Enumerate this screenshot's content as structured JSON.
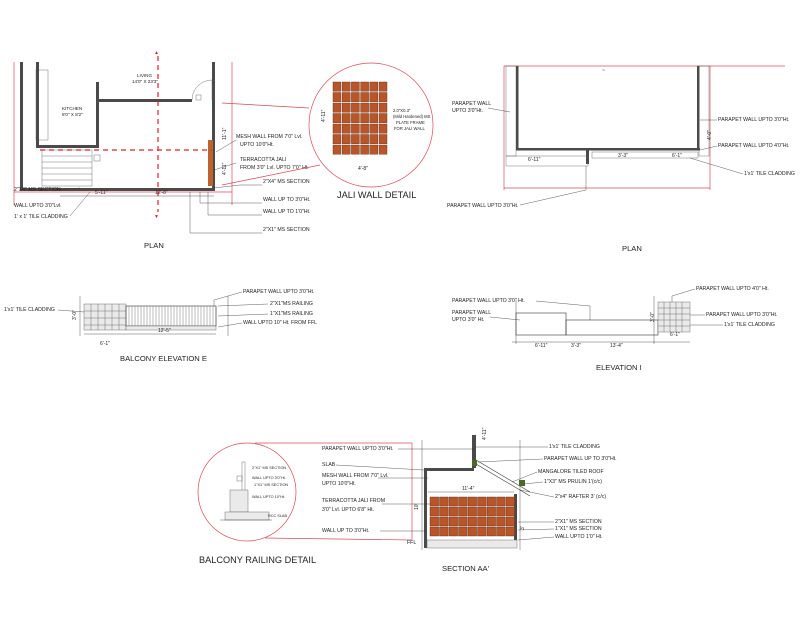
{
  "plan_left": {
    "title": "PLAN",
    "room_living": "LIVING",
    "room_living_size": "14'0\" X 23'3\"",
    "room_kitchen": "KITCHEN",
    "room_kitchen_size": "8'0\" X 8'2\"",
    "dims": [
      "5'-11\"",
      "12'-8\"",
      "11'-1\"",
      "4'-11\""
    ],
    "labels": {
      "ms_section_left": "2\"X4\" MS SECTION",
      "wall_upto": "WALL UPTO 3'0\"Lvl.",
      "tile_cladding": "1' x 1' TILE CLADDING",
      "mesh_wall": "MESH WALL FROM 7'0\" Lvl.",
      "mesh_wall_2": "UPTO 10'0\"Ht.",
      "terracotta": "TERRACOTTA JALI",
      "terracotta_2": "FROM 3'0\" Lvl. UPTO 7'0\" Ht.",
      "ms_section_right": "2\"X4\" MS SECTION",
      "wall_3": "WALL UP TO 3'0\"Ht.",
      "wall_1": "WALL UP TO 1'0\"Ht.",
      "ms_section_2x1": "2\"X1\" MS SECTION"
    }
  },
  "jali_detail": {
    "title": "JALI WALL DETAIL",
    "note_1": "2.0\"X0.3\"",
    "note_2": "(Mild Hardened) MS",
    "note_3": "PLATE FRAME",
    "note_4": "FOR JALI WALL",
    "dim_h": "4'-11\"",
    "dim_w": "4'-8\""
  },
  "plan_right": {
    "title": "PLAN",
    "labels": {
      "parapet_left": "PARAPET WALL",
      "parapet_left_2": "UPTO 3'0\"Ht.",
      "parapet_3": "PARAPET WALL UPTO 3'0\"Ht.",
      "parapet_4": "PARAPET WALL UPTO 4'0\"Ht.",
      "tile_cladding": "1'x1' TILE CLADDING",
      "parapet_bottom": "PARAPET WALL UPTO 3'0\"Ht."
    },
    "dims": [
      "6'-11\"",
      "3'-3\"",
      "6'-1\"",
      "4'-0\""
    ]
  },
  "balcony_elevation": {
    "title": "BALCONY ELEVATION E",
    "labels": {
      "tile": "1'x1' TILE CLADDING",
      "parapet": "PARAPET WALL UPTO 3'0\"Ht.",
      "railing_2x1": "2\"X1\"MS RAILING",
      "railing_1x1": "1\"X1\"MS RAILING",
      "wall_10": "WALL UPTO 10\" Ht. FROM FFL"
    },
    "dims": [
      "12'-5\"",
      "6'-1\"",
      "3'-0\""
    ]
  },
  "elevation_i": {
    "title": "ELEVATION I",
    "labels": {
      "parapet_top": "PARAPET WALL UPTO 3'0\" Ht.",
      "parapet_left": "PARAPET WALL",
      "parapet_left_2": "UPTO 3'0\" Ht.",
      "parapet_4": "PARAPET WALL UPTO 4'0\" Ht.",
      "parapet_3": "PARAPET WALL UPTO 3'0\"Ht.",
      "tile": "1'x1' TILE CLADDING"
    },
    "dims": [
      "6'-11\"",
      "3'-3\"",
      "13'-4\"",
      "6'-1\"",
      "3'-0\""
    ]
  },
  "balcony_railing_detail": {
    "title": "BALCONY RAILING DETAIL",
    "labels": {
      "ms_2x1": "2\"X1\" MS SECTION",
      "wall_3": "WALL UPTO 3'0\"Ht.",
      "ms_1x1": "1\"X1\" MS SECTION",
      "wall_10": "WALL UPTO 10\"Ht.",
      "rcc": "RCC SLAB"
    }
  },
  "section_aa": {
    "title": "SECTION AA'",
    "labels": {
      "parapet_3": "PARAPET WALL UPTO 3'0\"Ht.",
      "slab": "SLAB",
      "mesh": "MESH WALL FROM 7'0\" Lvl.",
      "mesh_2": "UPTO 10'0\"Ht.",
      "terracotta": "TERRACOTTA JALI FROM",
      "terracotta_2": "3'0\" Lvl. UPTO 6'8\" Ht.",
      "wall_3": "WALL UP TO 3'0\"Ht.",
      "ffl": "FFL",
      "tile": "1'x1' TILE CLADDING",
      "parapet_r": "PARAPET WALL UP TO 3'0\"Ht.",
      "mangalore": "MANGALORE TILED ROOF",
      "purlin": "1\"X3\" MS PRULIN 1'(c/c)",
      "rafter": "2\"x4\" RAFTER 3' (c/c)",
      "ms_2x1": "2\"X1\" MS SECTION",
      "ms_1x1": "1\"X1\" MS SECTION",
      "wall_1": "WALL UPTO 1'0\" Ht."
    },
    "dims": [
      "11'-4\"",
      "10'",
      "3'",
      "4'-11\""
    ]
  },
  "colors": {
    "accent_red": "#d94a5a",
    "brick": "#b8562a",
    "wall": "#4a4a4a"
  }
}
